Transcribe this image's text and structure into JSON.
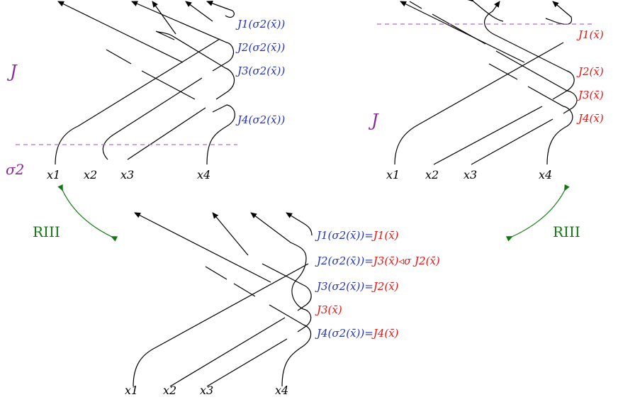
{
  "colors": {
    "blue": "#2233bb",
    "red": "#ee1111",
    "purple": "#8a2a9a",
    "green": "#117711",
    "dash": "#b36ad0",
    "strand": "#000000"
  },
  "panel_top_left": {
    "region_label": "J",
    "crossing_label": "σ2",
    "strand_labels": [
      "x1",
      "x2",
      "x3",
      "x4"
    ],
    "outputs": [
      "J1(σ2(x̄))",
      "J2(σ2(x̄))",
      "J3(σ2(x̄))",
      "J4(σ2(x̄))"
    ]
  },
  "panel_top_right": {
    "region_label": "J",
    "strand_labels": [
      "x1",
      "x2",
      "x3",
      "x4"
    ],
    "outputs": [
      "J1(x̄)",
      "J2(x̄)",
      "J3(x̄)",
      "J4(x̄)"
    ]
  },
  "panel_bottom": {
    "strand_labels": [
      "x1",
      "x2",
      "x3",
      "x4"
    ],
    "outputs": [
      {
        "blue": "J1(σ2(x̄))",
        "eq": "=",
        "red": "J1(x̄)"
      },
      {
        "blue": "J2(σ2(x̄))",
        "eq": "=",
        "red": "J3(x̄)◃σ J2(x̄)"
      },
      {
        "blue": "J3(σ2(x̄))",
        "eq": "=",
        "red": "J2(x̄)"
      },
      {
        "blue": "",
        "eq": "",
        "red": "J3(x̄)"
      },
      {
        "blue": "J4(σ2(x̄))",
        "eq": "=",
        "red": "J4(x̄)"
      }
    ]
  },
  "moves": {
    "left": "RIII",
    "right": "RIII"
  }
}
